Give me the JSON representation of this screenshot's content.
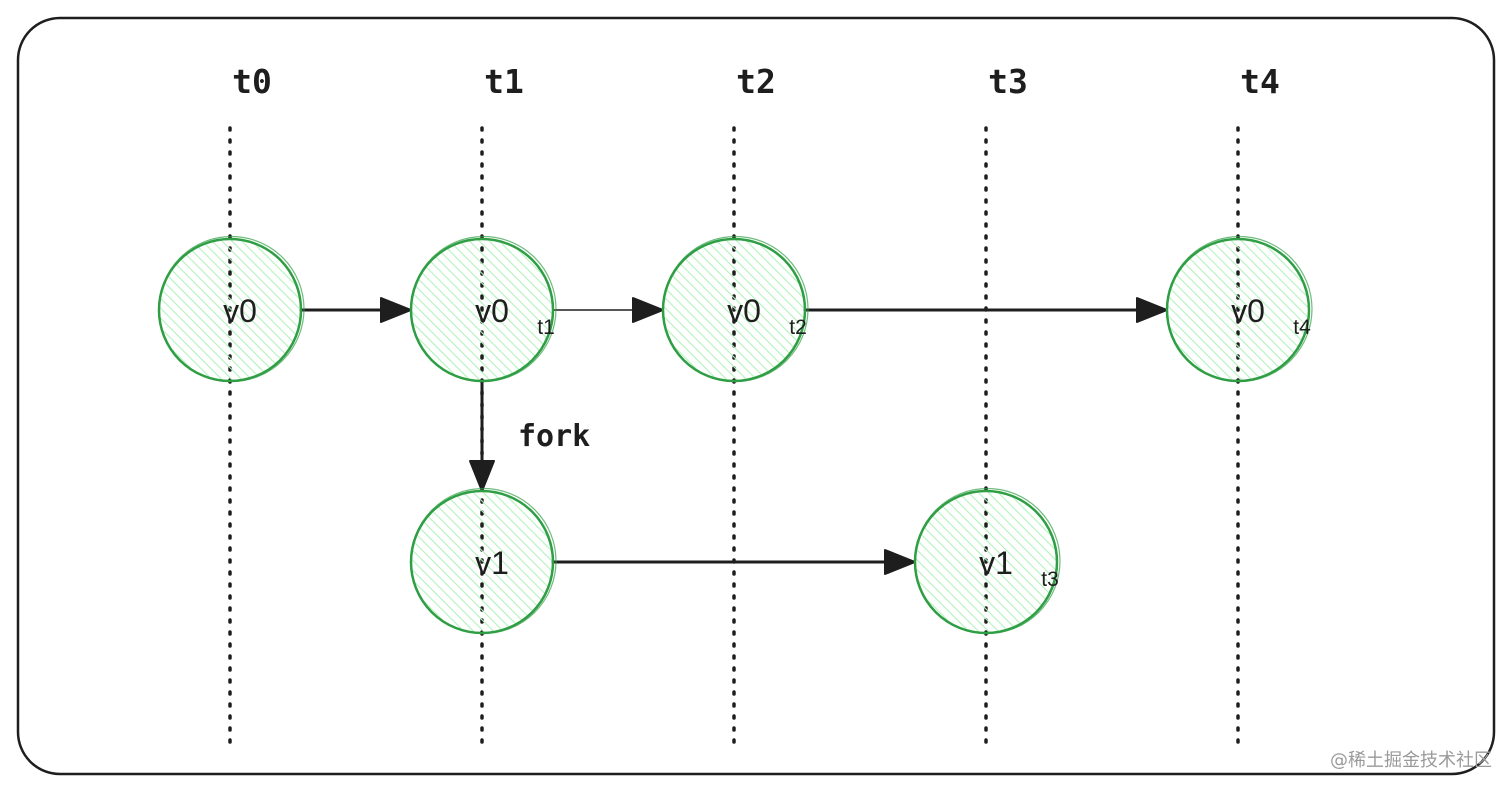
{
  "diagram": {
    "columns": [
      {
        "id": "t0",
        "label": "t0"
      },
      {
        "id": "t1",
        "label": "t1"
      },
      {
        "id": "t2",
        "label": "t2"
      },
      {
        "id": "t3",
        "label": "t3"
      },
      {
        "id": "t4",
        "label": "t4"
      }
    ],
    "nodes": [
      {
        "id": "n-v0",
        "label": "v0",
        "sub": "",
        "col": "t0",
        "row": 0
      },
      {
        "id": "n-v0-t1",
        "label": "v0",
        "sub": "t1",
        "col": "t1",
        "row": 0
      },
      {
        "id": "n-v0-t2",
        "label": "v0",
        "sub": "t2",
        "col": "t2",
        "row": 0
      },
      {
        "id": "n-v0-t4",
        "label": "v0",
        "sub": "t4",
        "col": "t4",
        "row": 0
      },
      {
        "id": "n-v1",
        "label": "v1",
        "sub": "",
        "col": "t1",
        "row": 1
      },
      {
        "id": "n-v1-t3",
        "label": "v1",
        "sub": "t3",
        "col": "t3",
        "row": 1
      }
    ],
    "edges": [
      {
        "from": "n-v0",
        "to": "n-v0-t1",
        "label": ""
      },
      {
        "from": "n-v0-t1",
        "to": "n-v0-t2",
        "label": "",
        "thin": true
      },
      {
        "from": "n-v0-t2",
        "to": "n-v0-t4",
        "label": ""
      },
      {
        "from": "n-v0-t1",
        "to": "n-v1",
        "label": "fork"
      },
      {
        "from": "n-v1",
        "to": "n-v1-t3",
        "label": ""
      }
    ],
    "colors": {
      "node_stroke": "#2f9e44",
      "node_fill": "#b2f2bb",
      "line": "#1e1e1e",
      "frame": "#1e1e1e"
    }
  },
  "watermark": "@稀土掘金技术社区"
}
